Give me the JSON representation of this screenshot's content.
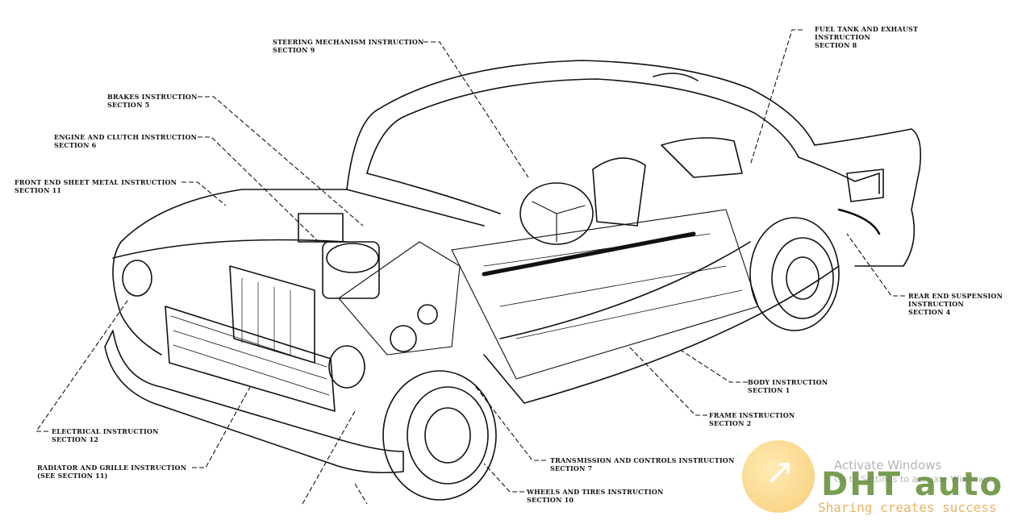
{
  "callouts": [
    {
      "id": "steering",
      "lines": [
        "STEERING MECHANISM INSTRUCTION",
        "SECTION 9"
      ]
    },
    {
      "id": "fuel",
      "lines": [
        "FUEL TANK AND EXHAUST",
        "INSTRUCTION",
        "SECTION 8"
      ]
    },
    {
      "id": "brakes",
      "lines": [
        "BRAKES INSTRUCTION",
        "SECTION 5"
      ]
    },
    {
      "id": "engine",
      "lines": [
        "ENGINE AND CLUTCH INSTRUCTION",
        "SECTION 6"
      ]
    },
    {
      "id": "frontend",
      "lines": [
        "FRONT END SHEET METAL INSTRUCTION",
        "SECTION 11"
      ]
    },
    {
      "id": "rearsusp",
      "lines": [
        "REAR END SUSPENSION",
        "INSTRUCTION",
        "SECTION 4"
      ]
    },
    {
      "id": "body",
      "lines": [
        "BODY INSTRUCTION",
        "SECTION 1"
      ]
    },
    {
      "id": "frame",
      "lines": [
        "FRAME INSTRUCTION",
        "SECTION 2"
      ]
    },
    {
      "id": "electrical",
      "lines": [
        "ELECTRICAL INSTRUCTION",
        "SECTION 12"
      ]
    },
    {
      "id": "transmission",
      "lines": [
        "TRANSMISSION AND CONTROLS INSTRUCTION",
        "SECTION 7"
      ]
    },
    {
      "id": "radiator",
      "lines": [
        "RADIATOR AND GRILLE INSTRUCTION",
        "(SEE SECTION 11)"
      ]
    },
    {
      "id": "wheels",
      "lines": [
        "WHEELS AND TIRES INSTRUCTION",
        "SECTION 10"
      ]
    }
  ],
  "watermark": {
    "windows_title": "Activate Windows",
    "windows_sub": "Go to Settings to activate Windows.",
    "logo_text": "DHT auto",
    "logo_tagline": "Sharing creates success"
  }
}
